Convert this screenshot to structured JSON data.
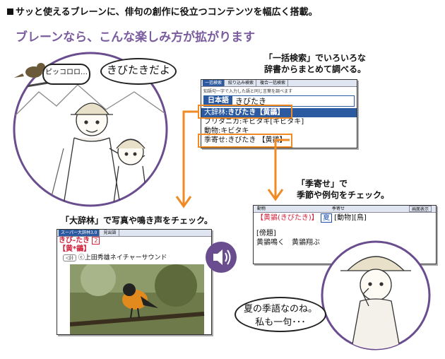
{
  "header": {
    "title": "サッと使えるブレーンに、俳句の創作に役立つコンテンツを幅広く搭載。",
    "subtitle": "ブレーンなら、こんな楽しみ方が拡がります"
  },
  "scene_top": {
    "bird_bubble": "ピッコロロ…",
    "speech_bubble": "きびたきだよ"
  },
  "search_screen": {
    "caption_line1": "「一括検索」でいろいろな",
    "caption_line2": "辞書からまとめて調べる。",
    "tabs": [
      "一括検索",
      "絞り込み検索",
      "複合一括検索"
    ],
    "hint": "知語句一字で入力した語と同じ言葉を調べます",
    "lang_label": "日本語",
    "query": "きびたき＿",
    "results": [
      {
        "source": "大辞林",
        "text": "きびたき【黄鶲】"
      },
      {
        "source": "ブリタニカ",
        "text": "キビタキ[キビタキ]"
      },
      {
        "source": "動物",
        "text": "キビタキ"
      },
      {
        "source": "季寄せ",
        "text": "きびたき 【黄鶲】"
      }
    ]
  },
  "daijirin_screen": {
    "caption": "「大辞林」で写真や鳴き声をチェック。",
    "tabbar": "スーパー大辞林3.0",
    "tab2": "見出語",
    "headword": "きび‐たき",
    "num": "2",
    "kanji": "【黄*鶲】",
    "audio_label": "◁))",
    "credit": "ⓒ上田秀雄ネイチャーサウンド",
    "speaker_icon": "speaker-icon"
  },
  "kiyose_screen": {
    "caption_line1": "「季寄せ」で",
    "caption_line2": "季節や例句をチェック。",
    "tabbar_left": "動物",
    "tabbar_mid": "季寄せ",
    "tabbar_right": "画面表示",
    "entry": "【黄鶲(きびたき)】",
    "season": "夏",
    "cat1": "[動物]",
    "cat2": "[鳥]",
    "bracket": "[傍題]",
    "examples": "黄鶲鳴く　黄鶲翔ぶ"
  },
  "scene_bottom": {
    "thought_line1": "夏の季語なのね。",
    "thought_line2": "私も一句･･･"
  },
  "colors": {
    "accent_orange": "#f08a24",
    "circle_purple": "#7a5c9e",
    "red": "#d0203a"
  }
}
